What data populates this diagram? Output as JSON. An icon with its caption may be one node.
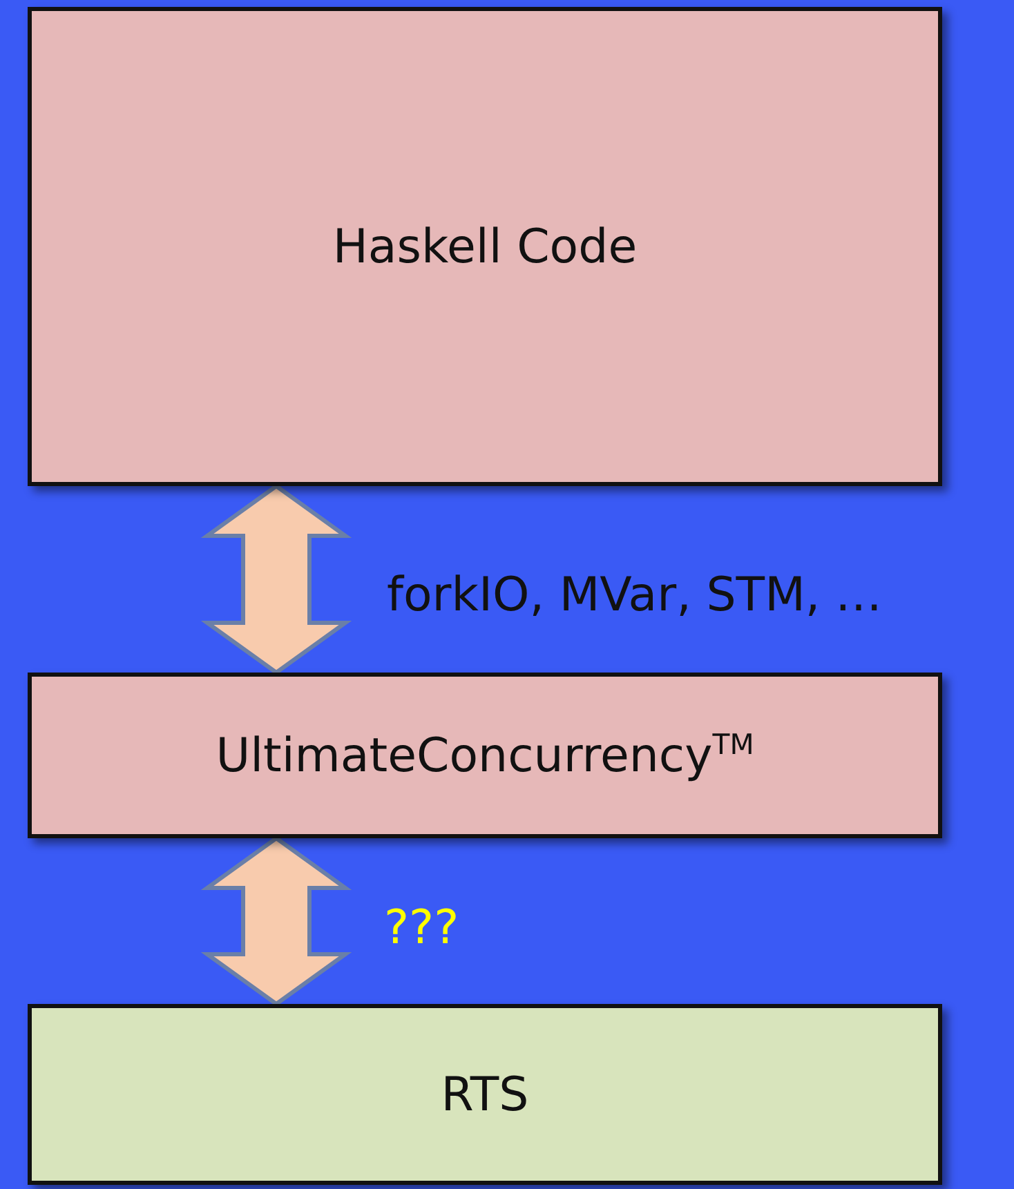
{
  "diagram": {
    "nodes": [
      {
        "text": [
          "Haskell Code"
        ]
      },
      {
        "text": [
          "UltimateConcurrency$^{TM}$"
        ]
      },
      {
        "text": [
          "RTS"
        ]
      }
    ],
    "edges": [
      {
        "from": 0,
        "to": 1,
        "arrow": "both",
        "label": "forkIO, MVar, STM, …"
      },
      {
        "from": 1,
        "to": 2,
        "arrow": "both",
        "label": "???"
      }
    ]
  }
}
